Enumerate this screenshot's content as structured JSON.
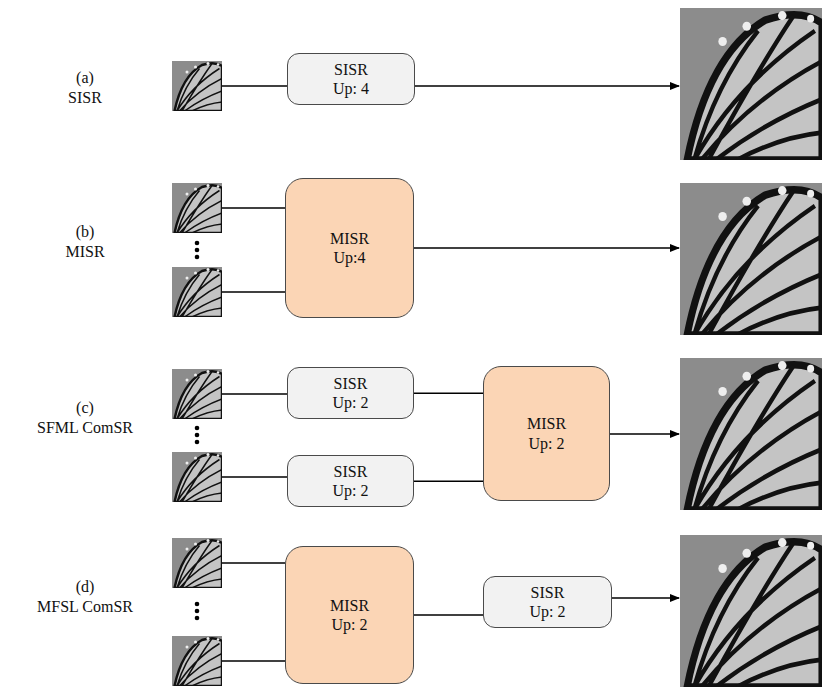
{
  "diagram": {
    "nodes": [
      {
        "text": [
          "SISR",
          "Up: 4"
        ]
      },
      {
        "text": [
          "MISR",
          "Up:4"
        ]
      },
      {
        "text": [
          "SISR",
          "Up: 2"
        ]
      },
      {
        "text": [
          "SISR",
          "Up: 2"
        ]
      },
      {
        "text": [
          "MISR",
          "Up: 2"
        ]
      },
      {
        "text": [
          "MISR",
          "Up: 2"
        ]
      },
      {
        "text": [
          "SISR",
          "Up: 2"
        ]
      }
    ],
    "edges": [
      {
        "from": 2,
        "to": 4,
        "arrow": "none"
      },
      {
        "from": 3,
        "to": 4,
        "arrow": "none"
      },
      {
        "from": 5,
        "to": 6,
        "arrow": "none"
      }
    ],
    "labels": [
      "(a)",
      "SISR",
      "(b)",
      "MISR",
      "(c)",
      "SFML ComSR",
      "(d)",
      "MFSL ComSR"
    ]
  }
}
